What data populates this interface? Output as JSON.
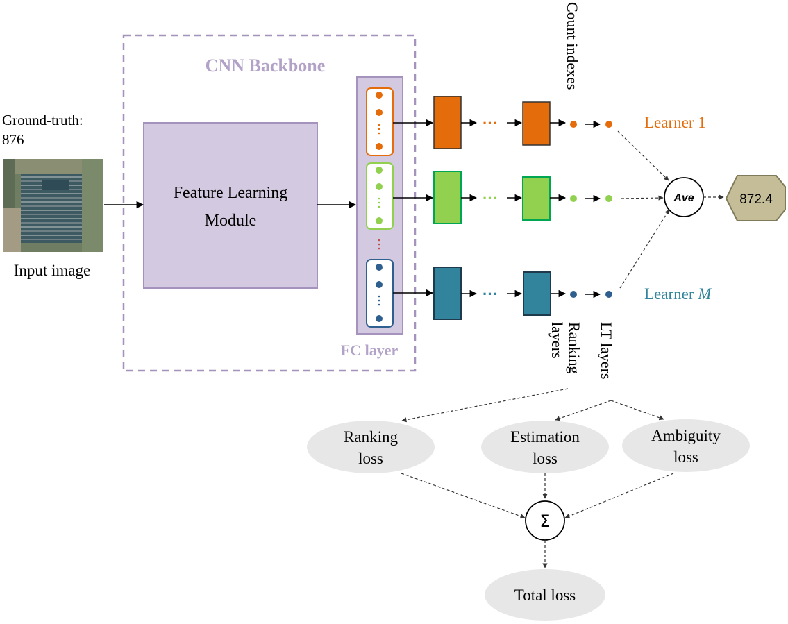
{
  "input": {
    "ground_truth_label": "Ground-truth:",
    "ground_truth_value": "876",
    "image_caption": "Input image"
  },
  "backbone": {
    "title": "CNN Backbone",
    "module_line1": "Feature Learning",
    "module_line2": "Module",
    "fc_label": "FC layer"
  },
  "learners": {
    "learner1_label": "Learner 1",
    "learnerM_prefix": "Learner ",
    "learnerM_suffix": "M",
    "dots_label": "···"
  },
  "labels": {
    "count_indexes": "Count indexes",
    "ranking_line1": "Ranking",
    "ranking_line2": "layers",
    "lt_layers": "LT layers",
    "ave": "Ave",
    "output_value": "872.4",
    "sigma": "Σ"
  },
  "losses": {
    "ranking_line1": "Ranking",
    "ranking_line2": "loss",
    "estimation_line1": "Estimation",
    "estimation_line2": "loss",
    "ambiguity_line1": "Ambiguity",
    "ambiguity_line2": "loss",
    "total": "Total loss"
  },
  "colors": {
    "orange": "#e46c0a",
    "green": "#92d050",
    "teal": "#31849b",
    "purple_fill": "#d3c9e0",
    "purple_border": "#a593bd",
    "output_fill": "#c4bd97",
    "loss_fill": "#e7e7e7"
  }
}
